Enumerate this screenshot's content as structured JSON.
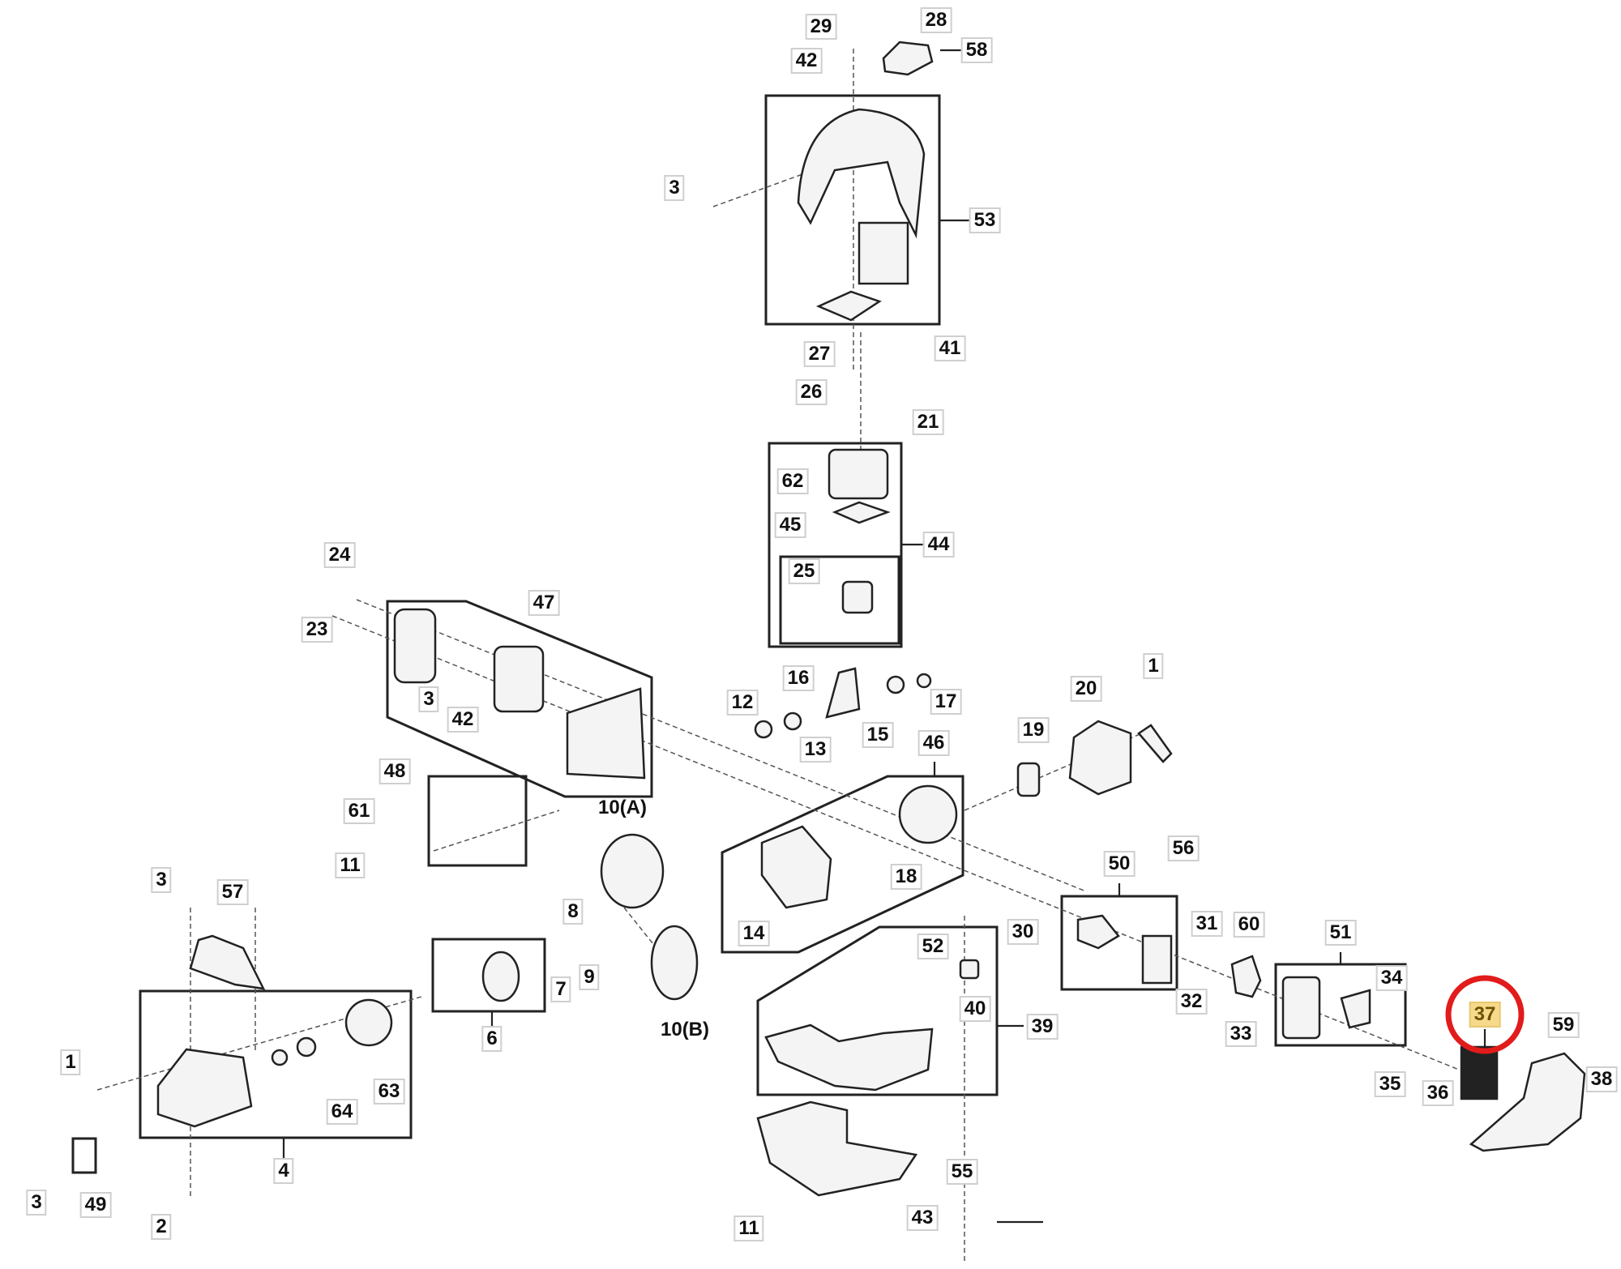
{
  "diagram": {
    "title": "Exploded parts diagram - engine assembly",
    "highlighted_part": "37",
    "highlight_color": "#f6d98a",
    "ring_color": "#e21b1b",
    "labels": {
      "p29": "29",
      "p28": "28",
      "p42a": "42",
      "p58": "58",
      "p3a": "3",
      "p53": "53",
      "p27": "27",
      "p41": "41",
      "p26": "26",
      "p21": "21",
      "p62": "62",
      "p45": "45",
      "p44": "44",
      "p25": "25",
      "p24": "24",
      "p23": "23",
      "p47": "47",
      "p3b": "3",
      "p42b": "42",
      "p16": "16",
      "p12": "12",
      "p13": "13",
      "p15": "15",
      "p17": "17",
      "p1a": "1",
      "p20": "20",
      "p19": "19",
      "p46": "46",
      "p48": "48",
      "p61": "61",
      "p11a": "11",
      "p10a": "10(A)",
      "p18": "18",
      "p14": "14",
      "p56": "56",
      "p50": "50",
      "p3c": "3",
      "p57": "57",
      "p8": "8",
      "p7": "7",
      "p9": "9",
      "p10b": "10(B)",
      "p30": "30",
      "p31": "31",
      "p60": "60",
      "p52": "52",
      "p32": "32",
      "p33": "33",
      "p51": "51",
      "p34": "34",
      "p40": "40",
      "p39": "39",
      "p6": "6",
      "p37": "37",
      "p59": "59",
      "p35": "35",
      "p36": "36",
      "p38": "38",
      "p1b": "1",
      "p64": "64",
      "p63": "63",
      "p4": "4",
      "p55": "55",
      "p3d": "3",
      "p49": "49",
      "p2": "2",
      "p11b": "11",
      "p43": "43"
    }
  }
}
